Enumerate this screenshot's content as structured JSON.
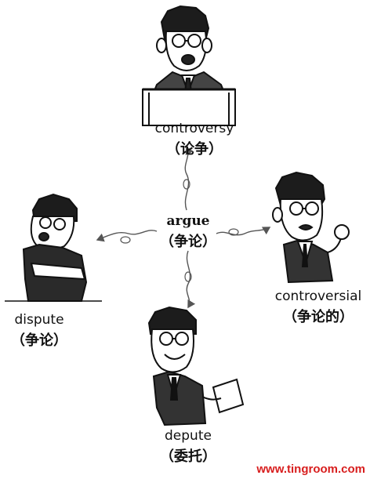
{
  "center": {
    "word": "argue",
    "meaning": "（争论）"
  },
  "top": {
    "word": "controversy",
    "meaning": "（论争）"
  },
  "right": {
    "word": "controversial",
    "meaning": "（争论的）"
  },
  "left": {
    "word": "dispute",
    "meaning": "（争论）"
  },
  "bottom": {
    "word": "depute",
    "meaning": "（委托）"
  },
  "watermark": "www.tingroom.com",
  "colors": {
    "watermark": "#d81e1e",
    "ink": "#111111"
  }
}
